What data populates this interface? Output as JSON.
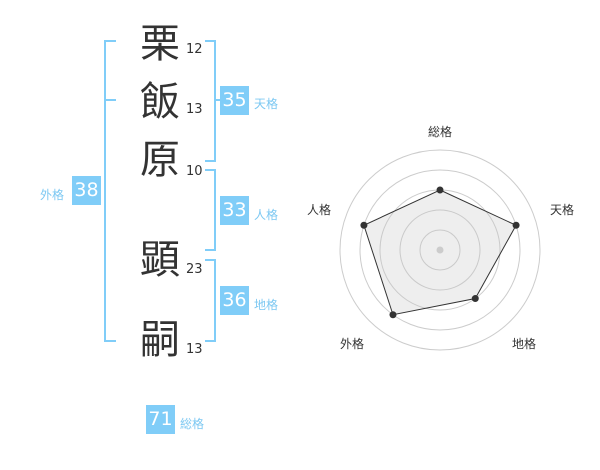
{
  "name": {
    "chars": [
      {
        "char": "栗",
        "strokes": "12"
      },
      {
        "char": "飯",
        "strokes": "13"
      },
      {
        "char": "原",
        "strokes": "10"
      },
      {
        "char": "顕",
        "strokes": "23"
      },
      {
        "char": "嗣",
        "strokes": "13"
      }
    ]
  },
  "fortunes": {
    "tenkaku": {
      "label": "天格",
      "value": "35"
    },
    "jinkaku": {
      "label": "人格",
      "value": "33"
    },
    "chikaku": {
      "label": "地格",
      "value": "36"
    },
    "gaikaku": {
      "label": "外格",
      "value": "38"
    },
    "soukaku": {
      "label": "総格",
      "value": "71"
    }
  },
  "chart_data": {
    "type": "radar",
    "axes": [
      "総格",
      "天格",
      "地格",
      "外格",
      "人格"
    ],
    "values": [
      3,
      4,
      3,
      4,
      4
    ],
    "max": 5,
    "rings": 5
  },
  "colors": {
    "accent": "#80cdf8",
    "label": "#7cc8f2"
  }
}
